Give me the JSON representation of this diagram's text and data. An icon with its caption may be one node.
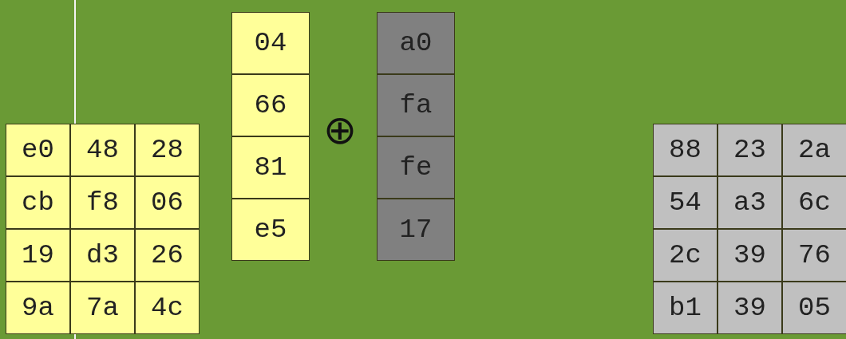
{
  "diagram": {
    "labels": [
      "e0",
      "48",
      "28",
      "cb",
      "f8",
      "06",
      "19",
      "d3",
      "26",
      "9a",
      "7a",
      "4c",
      "04",
      "66",
      "81",
      "e5",
      "⊕",
      "a0",
      "fa",
      "fe",
      "17",
      "88",
      "23",
      "2a",
      "54",
      "a3",
      "6c",
      "2c",
      "39",
      "76",
      "b1",
      "39",
      "05"
    ]
  }
}
